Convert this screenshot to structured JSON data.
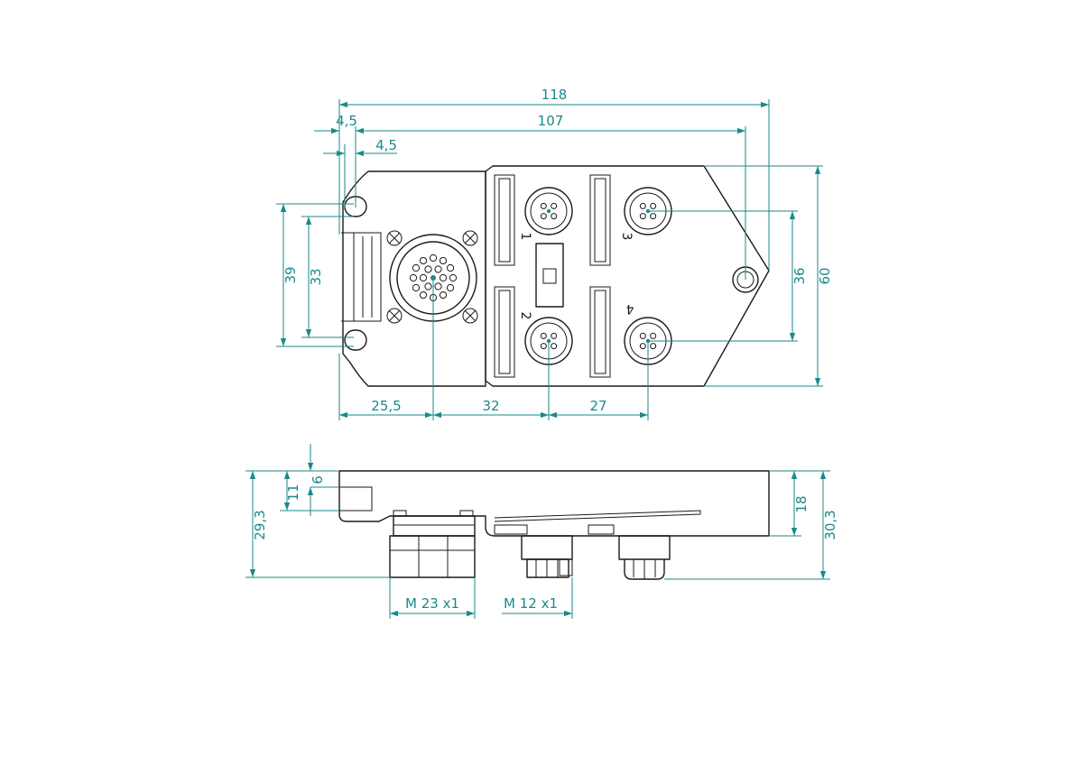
{
  "top_view": {
    "dim_overall_length": "118",
    "dim_hole_spacing": "107",
    "dim_flange_offset_1": "4,5",
    "dim_flange_offset_2": "4,5",
    "dim_height_left_outer": "39",
    "dim_height_left_inner": "33",
    "dim_port_spacing_vertical": "36",
    "dim_overall_height": "60",
    "dim_main_connector_offset": "25,5",
    "dim_port_offset": "32",
    "dim_port_spacing_horizontal": "27",
    "port_labels": [
      "1",
      "2",
      "3",
      "4"
    ]
  },
  "side_view": {
    "dim_top_6": "6",
    "dim_top_11": "11",
    "dim_total_left": "29,3",
    "dim_body_height": "18",
    "dim_total_right": "30,3",
    "thread_main": "M  23  x1",
    "thread_port": "M  12  x1"
  },
  "colors": {
    "dimension": "#1a8a8a",
    "outline": "#1a1a1a"
  }
}
